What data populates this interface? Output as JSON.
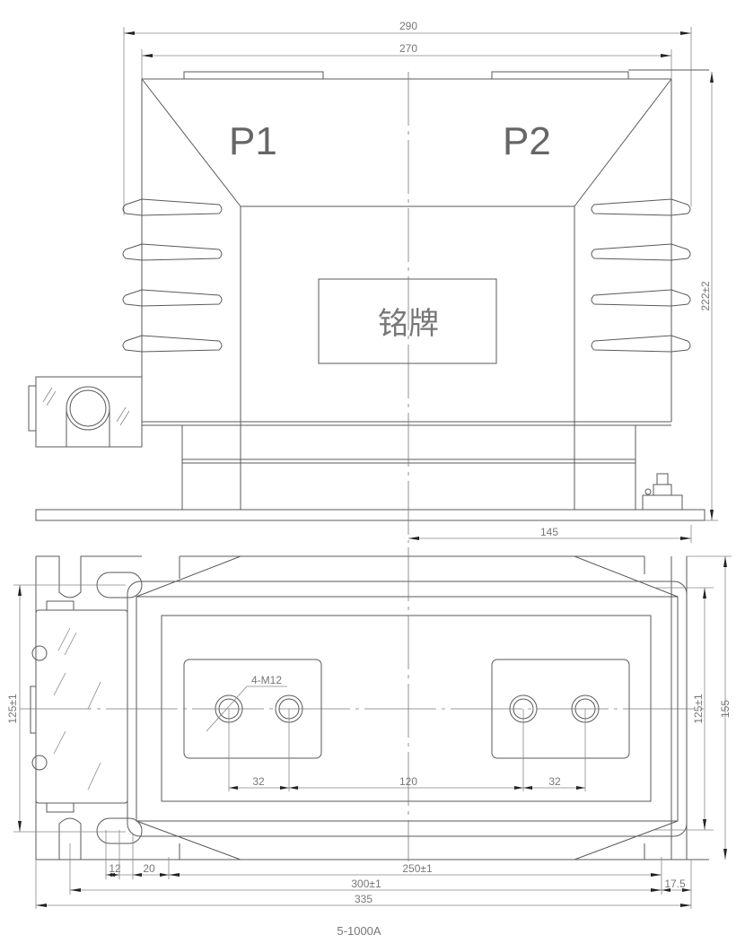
{
  "front_view": {
    "dim_overall_width": "290",
    "dim_top_width": "270",
    "label_p1": "P1",
    "label_p2": "P2",
    "nameplate": "铭牌",
    "dim_height": "222±2",
    "dim_half_width": "145"
  },
  "top_view": {
    "dim_left_125": "125±1",
    "dim_right_125": "125±1",
    "dim_155": "155",
    "hole_callout": "4-M12",
    "dim_32_left": "32",
    "dim_120": "120",
    "dim_32_right": "32",
    "dim_12": "12",
    "dim_20": "20",
    "dim_250": "250±1",
    "dim_300": "300±1",
    "dim_17_5": "17.5",
    "dim_335": "335"
  },
  "model": "5-1000A"
}
